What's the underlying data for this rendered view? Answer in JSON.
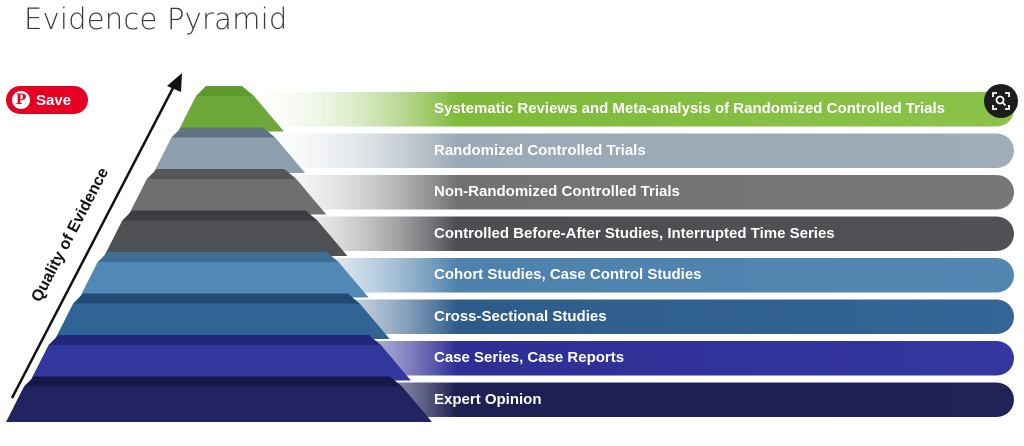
{
  "header": {
    "title": "Evidence Pyramid"
  },
  "pin": {
    "save_label": "Save",
    "pin_glyph": "P",
    "pin_icon": "pinterest-icon"
  },
  "lens": {
    "icon": "visual-search-icon"
  },
  "axis": {
    "label": "Quality of Evidence",
    "arrow_icon": "arrow-up-icon"
  },
  "tiers": [
    {
      "label": "Systematic Reviews and Meta-analysis of Randomized Controlled Trials",
      "color": "#7fba3a",
      "front": "#6ea83a",
      "top": "#5e9a2c",
      "band_end": "#8bc34a"
    },
    {
      "label": "Randomized Controlled Trials",
      "color": "#9aa9b5",
      "front": "#8d9faf",
      "top": "#5e7282",
      "band_end": "#9fadb8"
    },
    {
      "label": "Non-Randomized Controlled Trials",
      "color": "#727272",
      "front": "#6f6f6f",
      "top": "#565656",
      "band_end": "#777777"
    },
    {
      "label": "Controlled Before-After Studies, Interrupted Time Series",
      "color": "#4d4e52",
      "front": "#4f5054",
      "top": "#3c3d40",
      "band_end": "#505155"
    },
    {
      "label": "Cohort Studies, Case Control Studies",
      "color": "#4e82ad",
      "front": "#5089b5",
      "top": "#3e6e94",
      "band_end": "#5287b2"
    },
    {
      "label": "Cross-Sectional Studies",
      "color": "#2e5c8a",
      "front": "#2f6494",
      "top": "#204a73",
      "band_end": "#346596"
    },
    {
      "label": "Case Series, Case Reports",
      "color": "#2e2f95",
      "front": "#32379e",
      "top": "#22257a",
      "band_end": "#33379f"
    },
    {
      "label": "Expert Opinion",
      "color": "#1e1f52",
      "front": "#212460",
      "top": "#17184a",
      "band_end": "#202258"
    }
  ]
}
